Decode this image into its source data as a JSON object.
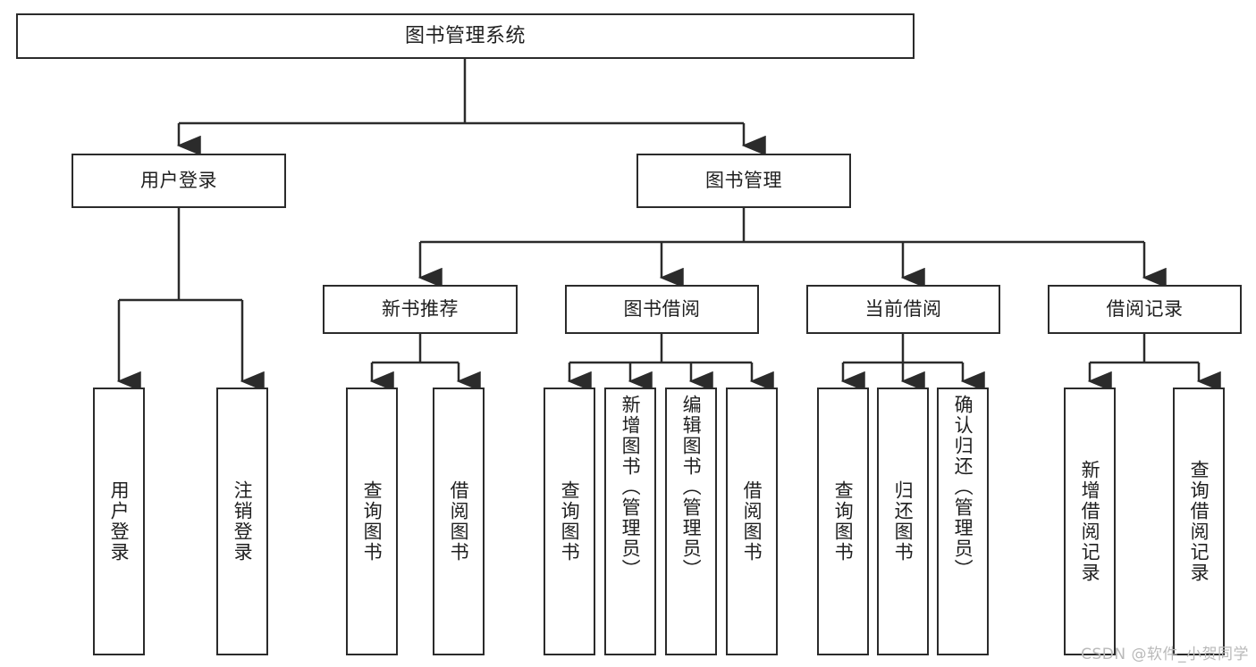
{
  "diagram": {
    "title": "图书管理系统",
    "type": "tree-hierarchy-chart",
    "watermark": "CSDN @软件_小贺同学",
    "colors": {
      "background": "#ffffff",
      "border": "#2b2b2b",
      "text": "#1f1f1f",
      "edge": "#2b2b2b",
      "watermark": "#b9b9b9"
    },
    "nodes": {
      "root": "图书管理系统",
      "level2": {
        "user_login": "用户登录",
        "book_manage": "图书管理"
      },
      "level3": {
        "new_book_recommend": "新书推荐",
        "book_borrow": "图书借阅",
        "current_borrow": "当前借阅",
        "borrow_record": "借阅记录"
      },
      "leaves": {
        "user_login_1": "用户登录",
        "user_login_2": "注销登录",
        "new_book_1": "查询图书",
        "new_book_2": "借阅图书",
        "book_borrow_1": "查询图书",
        "book_borrow_2": "新增图书（管理员）",
        "book_borrow_3": "编辑图书（管理员）",
        "book_borrow_4": "借阅图书",
        "current_borrow_1": "查询图书",
        "current_borrow_2": "归还图书",
        "current_borrow_3": "确认归还（管理员）",
        "borrow_record_1": "新增借阅记录",
        "borrow_record_2": "查询借阅记录"
      }
    }
  }
}
